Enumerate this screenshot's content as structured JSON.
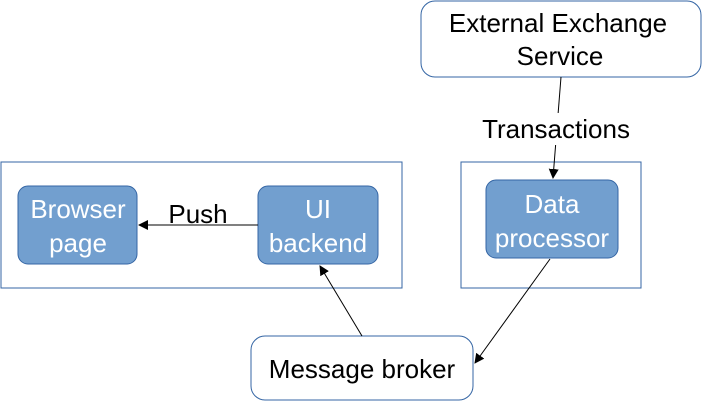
{
  "colors": {
    "container_stroke": "#3465a4",
    "box_fill": "#729fcf",
    "box_stroke": "#3465a4",
    "external_stroke": "#3465a4",
    "arrow": "#000000",
    "text_on_box": "#ffffff",
    "text": "#000000"
  },
  "nodes": {
    "external_service": {
      "line1": "External Exchange",
      "line2": "Service"
    },
    "browser_page": {
      "line1": "Browser",
      "line2": "page"
    },
    "ui_backend": {
      "line1": "UI",
      "line2": "backend"
    },
    "data_processor": {
      "line1": "Data",
      "line2": "processor"
    },
    "message_broker": {
      "label": "Message broker"
    }
  },
  "edges": {
    "transactions_label": "Transactions",
    "push_label": "Push"
  }
}
